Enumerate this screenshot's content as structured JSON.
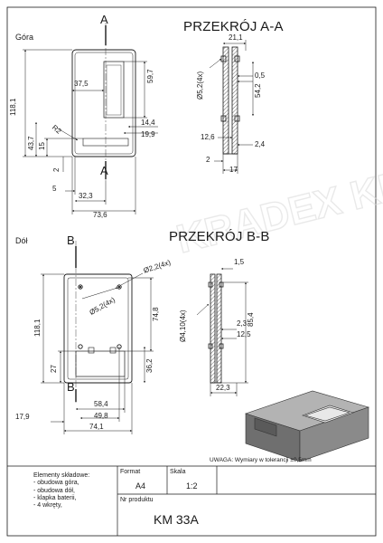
{
  "views": {
    "top_label": "Góra",
    "bottom_label": "Dół",
    "section_a_title": "PRZEKRÓJ A-A",
    "section_b_title": "PRZEKRÓJ B-B",
    "cut_a": "A",
    "cut_b": "B"
  },
  "dims_top": {
    "d1": "37,5",
    "d2": "59,7",
    "d3": "118,1",
    "d4": "14,4",
    "d5": "19,9",
    "d6": "43,7",
    "d7": "15",
    "d8": "R2",
    "d9": "2",
    "d10": "5",
    "d11": "32,3",
    "d12": "73,6"
  },
  "dims_section_a": {
    "d1": "21,1",
    "d2": "0,5",
    "d3": "Ø5,2(4x)",
    "d4": "54,2",
    "d5": "12,6",
    "d6": "2,4",
    "d7": "2",
    "d8": "17"
  },
  "dims_bottom": {
    "d1": "Ø2,2(4x)",
    "d2": "Ø5,2(4x)",
    "d3": "118,1",
    "d4": "74,8",
    "d5": "27",
    "d6": "36,2",
    "d7": "58,4",
    "d8": "49,8",
    "d9": "17,9",
    "d10": "74,1"
  },
  "dims_section_b": {
    "d1": "1,5",
    "d2": "Ø4,10(4x)",
    "d3": "2,3",
    "d4": "85,4",
    "d5": "12,5",
    "d6": "22,3"
  },
  "note": "UWAGA: Wymiary w tolerancji ±0,5mm",
  "elements_list": [
    "Elementy składowe:",
    "- obudowa góra,",
    "- obudowa dół,",
    "- klapka baterii,",
    "- 4 wkręty,"
  ],
  "title_block": {
    "format_label": "Format",
    "format_value": "A4",
    "scale_label": "Skala",
    "scale_value": "1:2",
    "product_label": "Nr produktu",
    "product_value": "KM 33A"
  },
  "watermark": "KRADEX KRADRE",
  "colors": {
    "line": "#1a1a1a",
    "hatch": "#444444",
    "box_top": "#b5b5b5",
    "box_side": "#7a7a7a",
    "watermark": "#ececec"
  }
}
